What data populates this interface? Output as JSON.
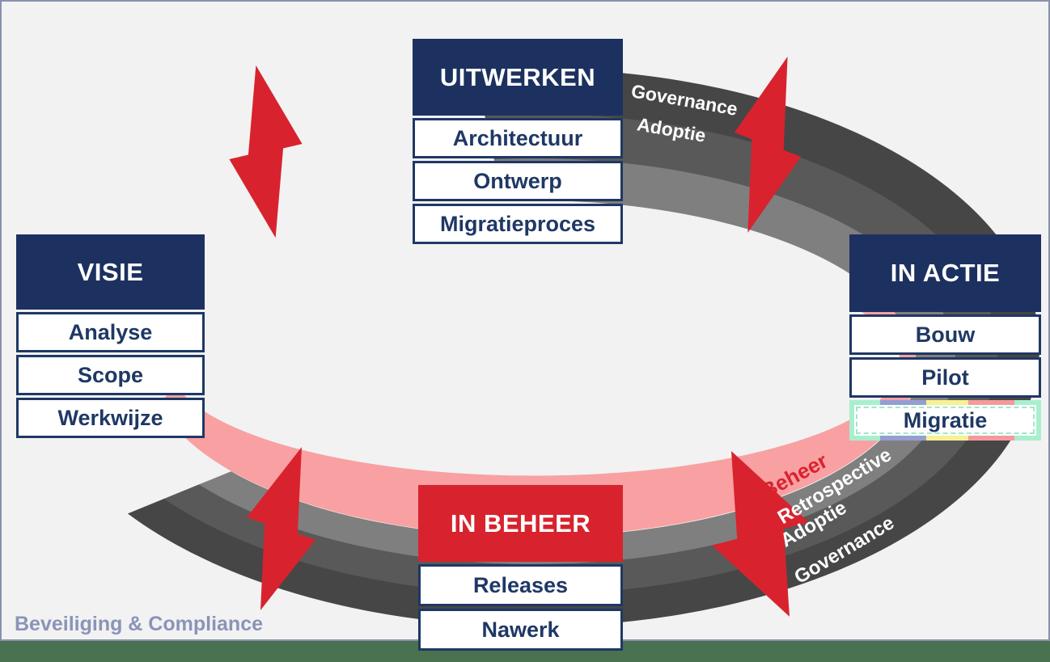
{
  "diagram": {
    "phases": {
      "uitwerken": {
        "title": "UITWERKEN",
        "items": [
          "Architectuur",
          "Ontwerp",
          "Migratieproces"
        ]
      },
      "visie": {
        "title": "VISIE",
        "items": [
          "Analyse",
          "Scope",
          "Werkwijze"
        ]
      },
      "in_actie": {
        "title": "IN ACTIE",
        "items": [
          "Bouw",
          "Pilot",
          "Migratie"
        ]
      },
      "in_beheer": {
        "title": "IN BEHEER",
        "items": [
          "Releases",
          "Nawerk"
        ]
      }
    },
    "ring_labels_top": [
      "Governance",
      "Adoptie"
    ],
    "ring_labels_bottom": [
      "Beheer",
      "Retrospective",
      "Adoptie",
      "Governance"
    ],
    "footer": "Beveiliging & Compliance"
  },
  "colors": {
    "navy": "#1F3864",
    "red": "#D8232E",
    "pink_band": "#F9A0A2",
    "gray_dark": "#464646",
    "gray_mid": "#595959",
    "gray_light": "#7F7F7F",
    "background": "#F2F2F2",
    "frame_border": "#8A91AD",
    "footer_green": "#4A7150",
    "footer_text": "#8A94B8",
    "highlight_mint": "#A9EFCE",
    "highlight_periwinkle": "#959ED1",
    "highlight_yellow": "#F6F192",
    "highlight_salmon": "#F59A9C"
  }
}
